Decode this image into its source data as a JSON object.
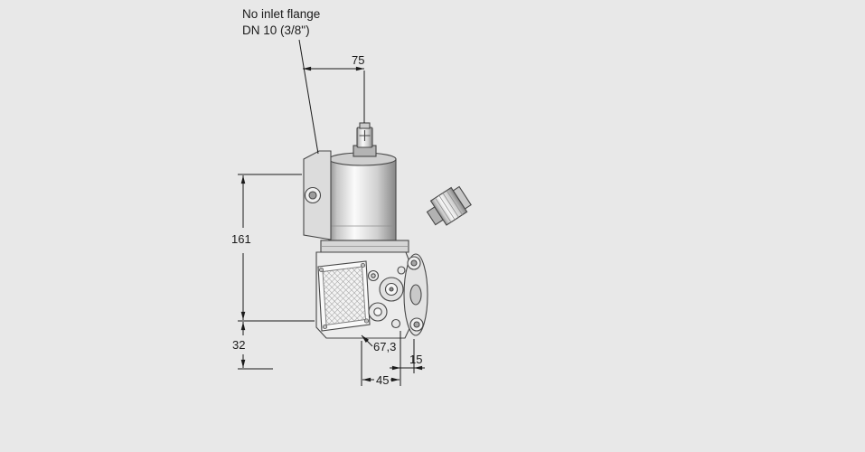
{
  "canvas": {
    "background": "#e8e8e8",
    "ink": "#1a1a1a",
    "line": "#474747"
  },
  "note": {
    "line1": "No inlet flange",
    "line2": "DN 10 (3/8\")"
  },
  "dims": {
    "connector_offset": "75",
    "height_above_axis": "161",
    "height_below_axis": "32",
    "depth": "67,3",
    "body_width": "45",
    "flange_offset": "15"
  }
}
